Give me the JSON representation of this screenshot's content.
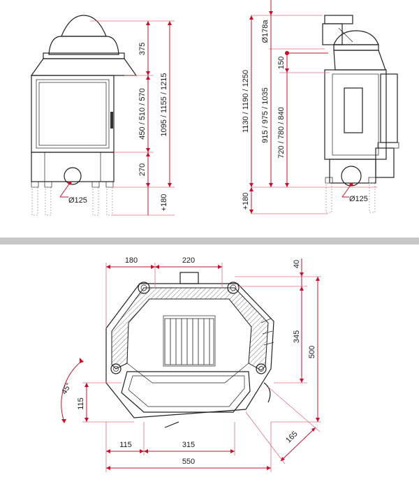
{
  "colors": {
    "dimension": "#c8102e",
    "drawing": "#222222",
    "divider": "#c8c8c8"
  },
  "front_view": {
    "heights": {
      "h375": "375",
      "h_door": "450 / 510 / 570",
      "h_total": "1095 / 1155 / 1215",
      "h270": "270",
      "h180": "+180"
    },
    "flue": "Ø125"
  },
  "side_view": {
    "flue_top": "Ø178a",
    "h150": "150",
    "h_total": "1130 / 1190 / 1250",
    "h_mid": "915 / 975 / 1035",
    "h_low": "720 / 780 / 840",
    "h180": "+180",
    "flue": "Ø125"
  },
  "plan_view": {
    "w180": "180",
    "w220": "220",
    "w40": "40",
    "h345": "345",
    "h500": "500",
    "angle": "45°",
    "h115": "115",
    "b115": "115",
    "b315": "315",
    "b550": "550",
    "d165": "165"
  }
}
